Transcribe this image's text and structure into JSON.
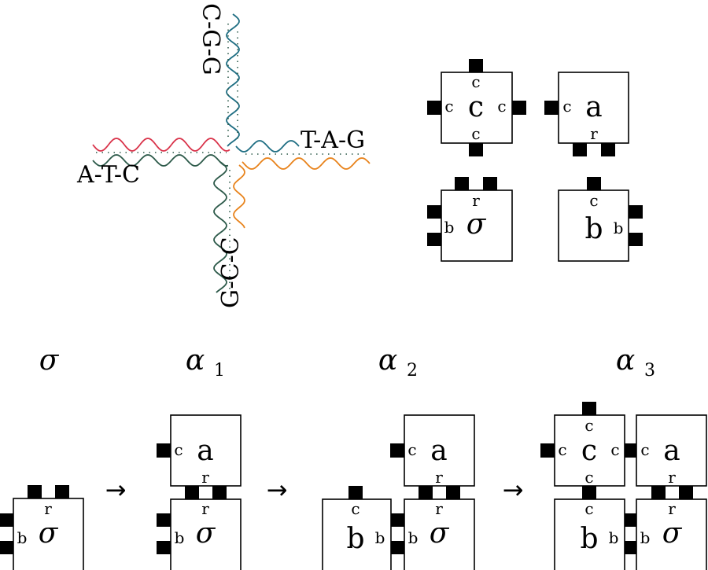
{
  "strands": {
    "left": {
      "text": "A-T-C",
      "color": "#d9334a"
    },
    "right": {
      "text": "T-A-G",
      "color": "#e8831c"
    },
    "top": {
      "text": "C-G-G",
      "color": "#1f6e83"
    },
    "bottom": {
      "text": "G-C-C",
      "color": "#2d5a4a"
    }
  },
  "tile_types": [
    {
      "center": "c",
      "north": "c",
      "south": "c",
      "west": "c",
      "east": "c"
    },
    {
      "center": "a",
      "west": "c",
      "south": "r"
    },
    {
      "center": "σ",
      "north": "r",
      "west": "b"
    },
    {
      "center": "b",
      "north": "c",
      "east": "b"
    }
  ],
  "sequence": {
    "steps": [
      {
        "label": "σ",
        "sub": ""
      },
      {
        "label": "α",
        "sub": "1"
      },
      {
        "label": "α",
        "sub": "2"
      },
      {
        "label": "α",
        "sub": "3"
      }
    ],
    "arrow": "→"
  }
}
